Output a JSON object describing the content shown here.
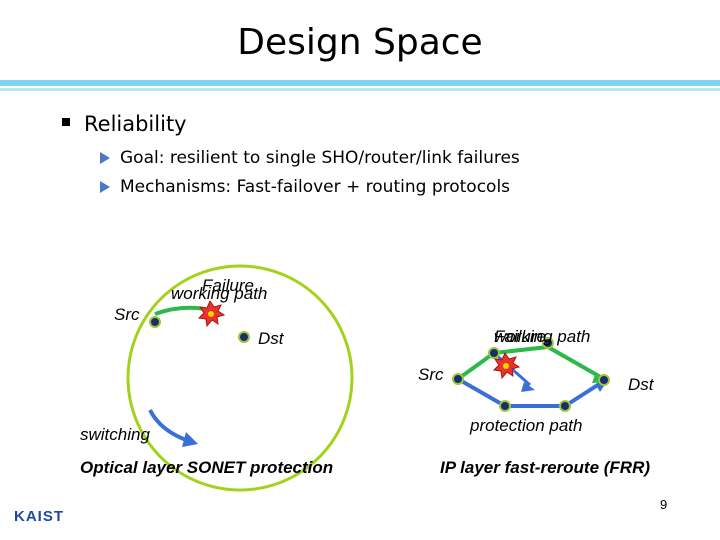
{
  "title": "Design Space",
  "bullets": {
    "main": "Reliability",
    "sub": [
      "Goal: resilient to single SHO/router/link failures",
      "Mechanisms: Fast-failover + routing protocols"
    ]
  },
  "sonet": {
    "src": "Src",
    "dst": "Dst",
    "working_path": "working path",
    "failure": "Failure",
    "switching": "switching",
    "caption": "Optical layer SONET protection"
  },
  "frr": {
    "src": "Src",
    "dst": "Dst",
    "working_path": "working path",
    "failure": "Failure",
    "protection_path": "protection path",
    "caption": "IP layer fast-reroute (FRR)"
  },
  "page_number": "9",
  "logo_text": "KAIST",
  "colors": {
    "working": "#2db84a",
    "protection": "#3a6fd8",
    "ring": "#a3d21c",
    "node": "#1a2e6b",
    "failure": "#e8342a"
  }
}
